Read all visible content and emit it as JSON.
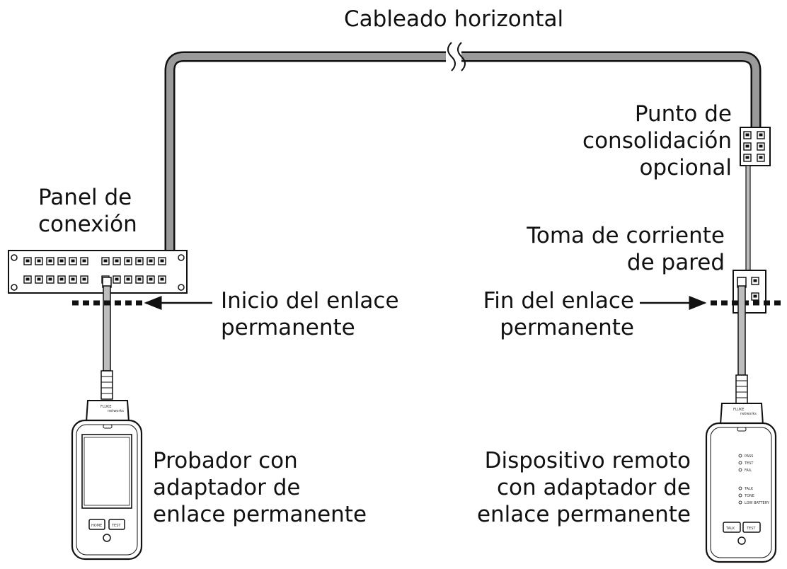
{
  "labels": {
    "horizontal_cabling": "Cableado horizontal",
    "patch_panel": [
      "Panel de",
      "conexión"
    ],
    "consolidation_point": [
      "Punto de",
      "consolidación",
      "opcional"
    ],
    "wall_outlet": [
      "Toma de corriente",
      "de pared"
    ],
    "link_start": [
      "Inicio del enlace",
      "permanente"
    ],
    "link_end": [
      "Fin del enlace",
      "permanente"
    ],
    "tester": [
      "Probador con",
      "adaptador de",
      "enlace permanente"
    ],
    "remote": [
      "Dispositivo remoto",
      "con adaptador de",
      "enlace permanente"
    ]
  },
  "device_text": {
    "brand": "FLUKE",
    "brand_sub": "networks",
    "home_button": "HOME",
    "test_button": "TEST",
    "talk_button": "TALK",
    "remote_leds": [
      "PASS",
      "TEST",
      "FAIL",
      "TALK",
      "TONE",
      "LOW BATTERY"
    ]
  },
  "colors": {
    "cable": "#9a9a9a",
    "ink": "#111111",
    "background": "#ffffff"
  }
}
